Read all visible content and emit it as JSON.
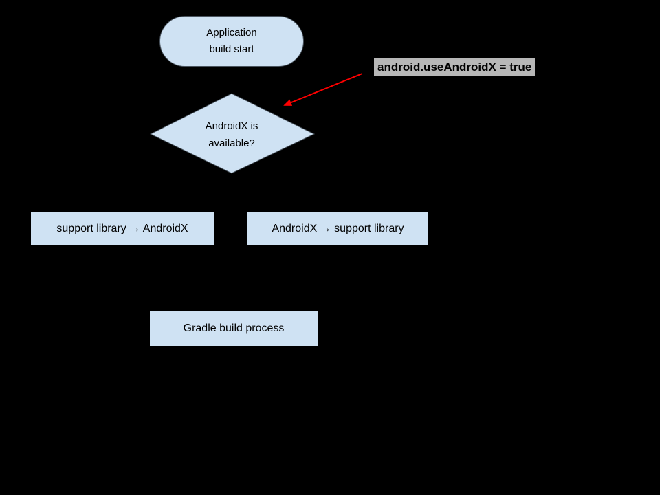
{
  "colors": {
    "background": "#000000",
    "node_fill": "#cfe2f3",
    "node_text": "#000000",
    "annotation_highlight": "#b7b7b7",
    "annotation_arrow": "#ff0000"
  },
  "flowchart": {
    "start_node": {
      "label": "Application\nbuild start"
    },
    "decision_node": {
      "label": "AndroidX is\navailable?"
    },
    "process_support_to_androidx": {
      "label": "support library → AndroidX"
    },
    "process_androidx_to_support": {
      "label": "AndroidX → support library"
    },
    "gradle_node": {
      "label": "Gradle build process"
    },
    "annotation": {
      "label": "android.useAndroidX = true"
    }
  }
}
